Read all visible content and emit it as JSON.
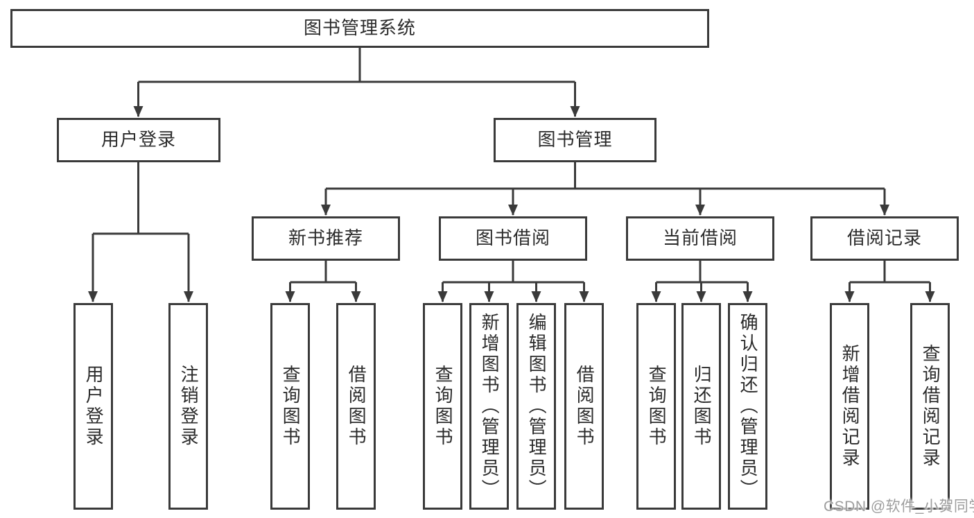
{
  "diagram_title": "图书管理系统",
  "tree": {
    "root": {
      "label": "图书管理系统"
    },
    "branches": [
      {
        "label": "用户登录",
        "children": [
          {
            "label": "用户登录"
          },
          {
            "label": "注销登录"
          }
        ]
      },
      {
        "label": "图书管理",
        "children": [
          {
            "label": "新书推荐",
            "children": [
              {
                "label": "查询图书"
              },
              {
                "label": "借阅图书"
              }
            ]
          },
          {
            "label": "图书借阅",
            "children": [
              {
                "label": "查询图书"
              },
              {
                "label": "新增图书（管理员）"
              },
              {
                "label": "编辑图书（管理员）"
              },
              {
                "label": "借阅图书"
              }
            ]
          },
          {
            "label": "当前借阅",
            "children": [
              {
                "label": "查询图书"
              },
              {
                "label": "归还图书"
              },
              {
                "label": "确认归还（管理员）"
              }
            ]
          },
          {
            "label": "借阅记录",
            "children": [
              {
                "label": "新增借阅记录"
              },
              {
                "label": "查询借阅记录"
              }
            ]
          }
        ]
      }
    ]
  },
  "watermark": {
    "label": "CSDN @软件_小贺同学"
  },
  "colors": {
    "background": "#ffffff",
    "line": "#3a3a3a",
    "box_border": "#3a3a3a",
    "text": "#2b2b2b",
    "watermark_text": "#9d9d9d"
  }
}
